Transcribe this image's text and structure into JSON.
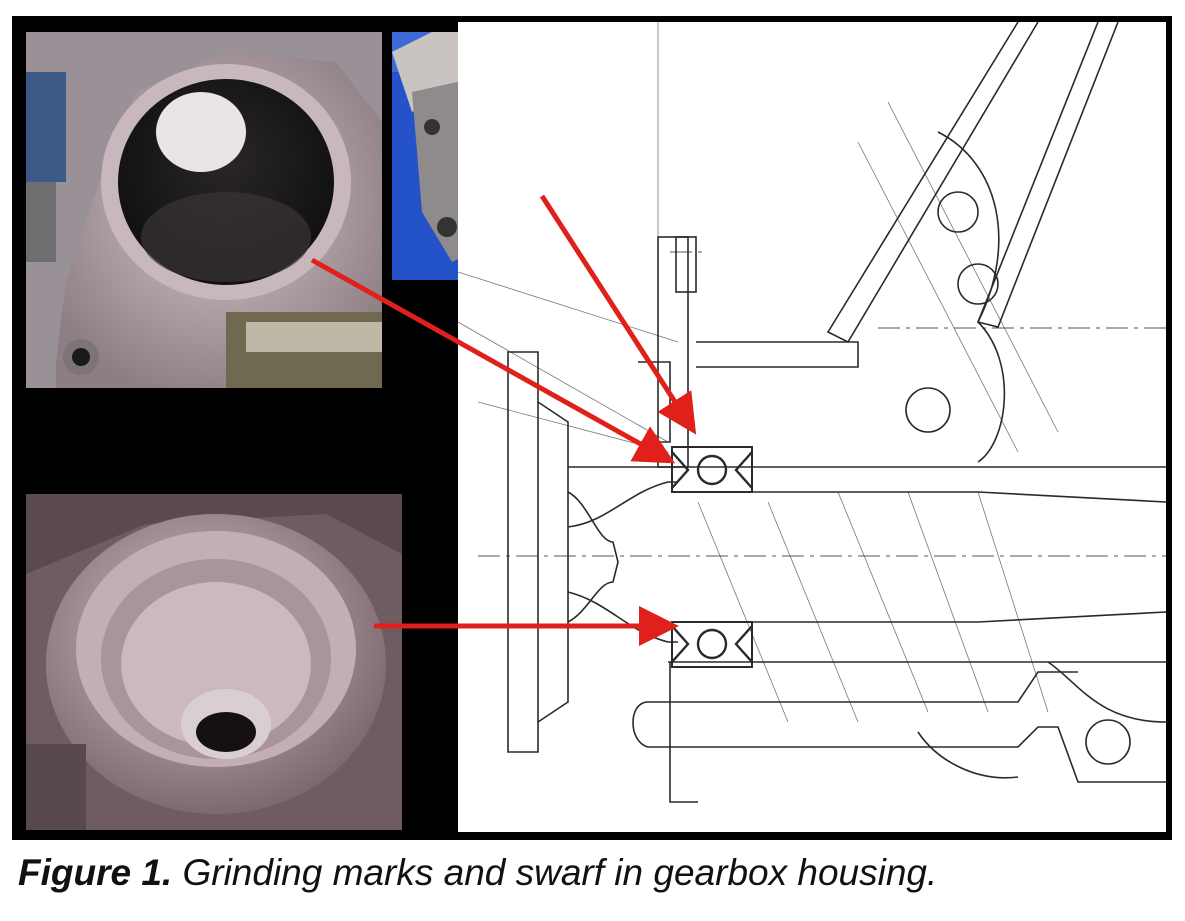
{
  "figure": {
    "colors": {
      "frame": "#000000",
      "arrow": "#e0201a",
      "drawing_line": "#2a2a2a",
      "photo_metal": "#b7a2a8",
      "photo_blue": "#2452c8"
    },
    "photos": [
      {
        "id": "top-left",
        "subject": "housing bore with grinding marks"
      },
      {
        "id": "top-center",
        "subject": "shaft with bearing seal"
      },
      {
        "id": "bottom-left",
        "subject": "housing bore with swarf"
      }
    ]
  },
  "caption": {
    "label": "Figure 1.",
    "text": " Grinding marks and swarf in gearbox housing."
  }
}
